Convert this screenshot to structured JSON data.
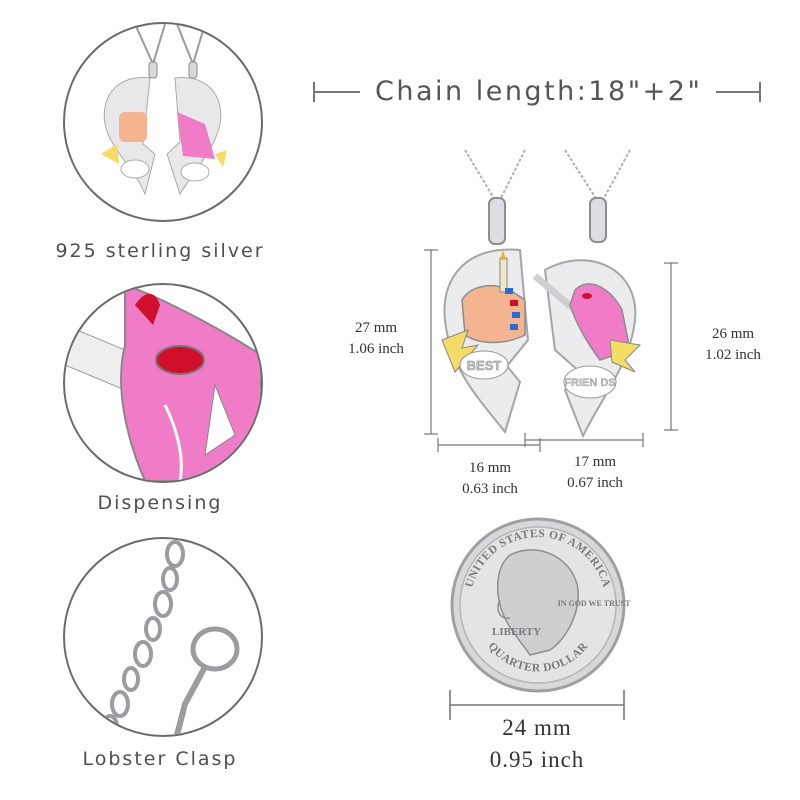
{
  "chain_length_label": "Chain length:18\"+2\"",
  "features": [
    {
      "caption": "925 sterling silver",
      "icon": "pendant-pair-closeup"
    },
    {
      "caption": "Dispensing",
      "icon": "enamel-detail-closeup"
    },
    {
      "caption": "Lobster Clasp",
      "icon": "lobster-clasp-closeup"
    }
  ],
  "pendant_text": {
    "left": "BEST",
    "right": "FRIEN DS"
  },
  "dimensions": {
    "left_height": {
      "mm": "27 mm",
      "inch": "1.06 inch"
    },
    "right_height": {
      "mm": "26 mm",
      "inch": "1.02 inch"
    },
    "left_width": {
      "mm": "16 mm",
      "inch": "0.63 inch"
    },
    "right_width": {
      "mm": "17 mm",
      "inch": "0.67 inch"
    },
    "coin_width": {
      "mm": "24 mm",
      "inch": "0.95 inch"
    }
  },
  "coin_text": {
    "top": "UNITED STATES OF AMERICA",
    "liberty": "LIBERTY",
    "motto": "IN GOD WE TRUST",
    "bottom": "QUARTER DOLLAR"
  },
  "colors": {
    "skin": "#f3b48f",
    "pink": "#f07cc8",
    "red": "#d0102a",
    "yellow": "#f4dc66",
    "silver": "#e8e8ea"
  }
}
